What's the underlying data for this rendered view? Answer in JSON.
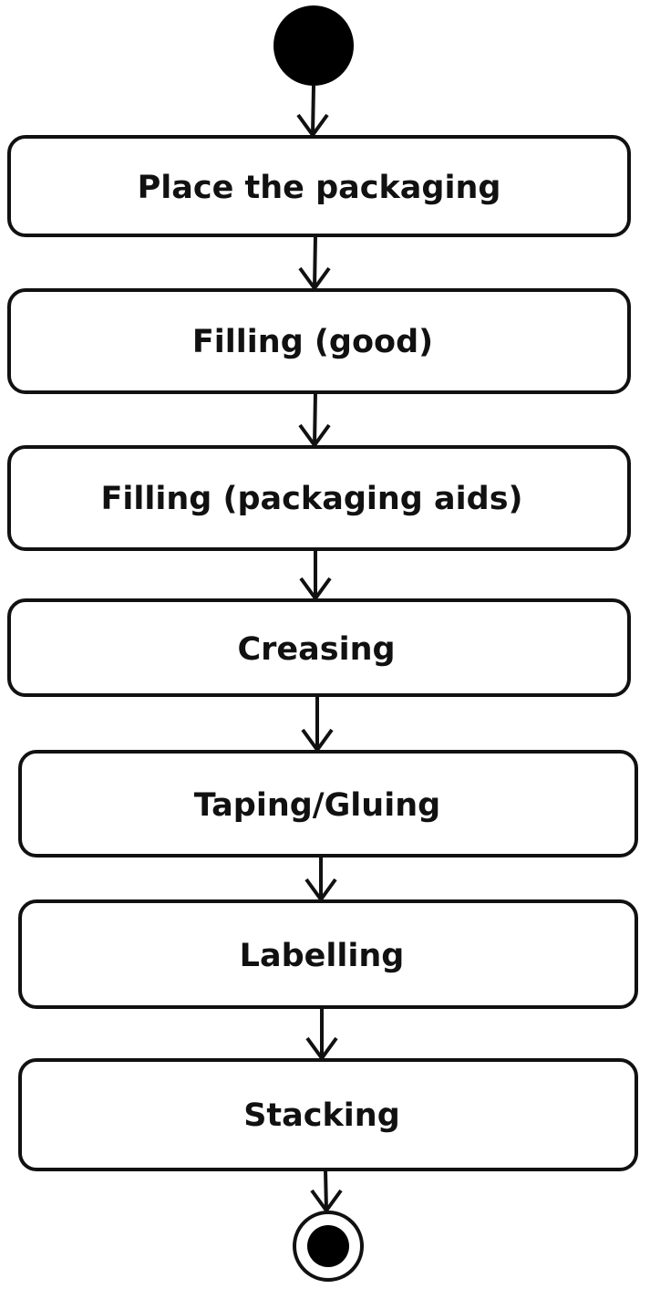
{
  "diagram": {
    "type": "activity",
    "start_node": "initial",
    "end_node": "final",
    "steps": [
      {
        "label": "Place the packaging"
      },
      {
        "label": "Filling (good)"
      },
      {
        "label": "Filling (packaging aids)"
      },
      {
        "label": "Creasing"
      },
      {
        "label": "Taping/Gluing"
      },
      {
        "label": "Labelling"
      },
      {
        "label": "Stacking"
      }
    ],
    "edges": [
      {
        "from": "initial",
        "to": "Place the packaging"
      },
      {
        "from": "Place the packaging",
        "to": "Filling (good)"
      },
      {
        "from": "Filling (good)",
        "to": "Filling (packaging aids)"
      },
      {
        "from": "Filling (packaging aids)",
        "to": "Creasing"
      },
      {
        "from": "Creasing",
        "to": "Taping/Gluing"
      },
      {
        "from": "Taping/Gluing",
        "to": "Labelling"
      },
      {
        "from": "Labelling",
        "to": "Stacking"
      },
      {
        "from": "Stacking",
        "to": "final"
      }
    ],
    "colors": {
      "stroke": "#111111",
      "fill": "#ffffff",
      "node": "#000000"
    }
  }
}
